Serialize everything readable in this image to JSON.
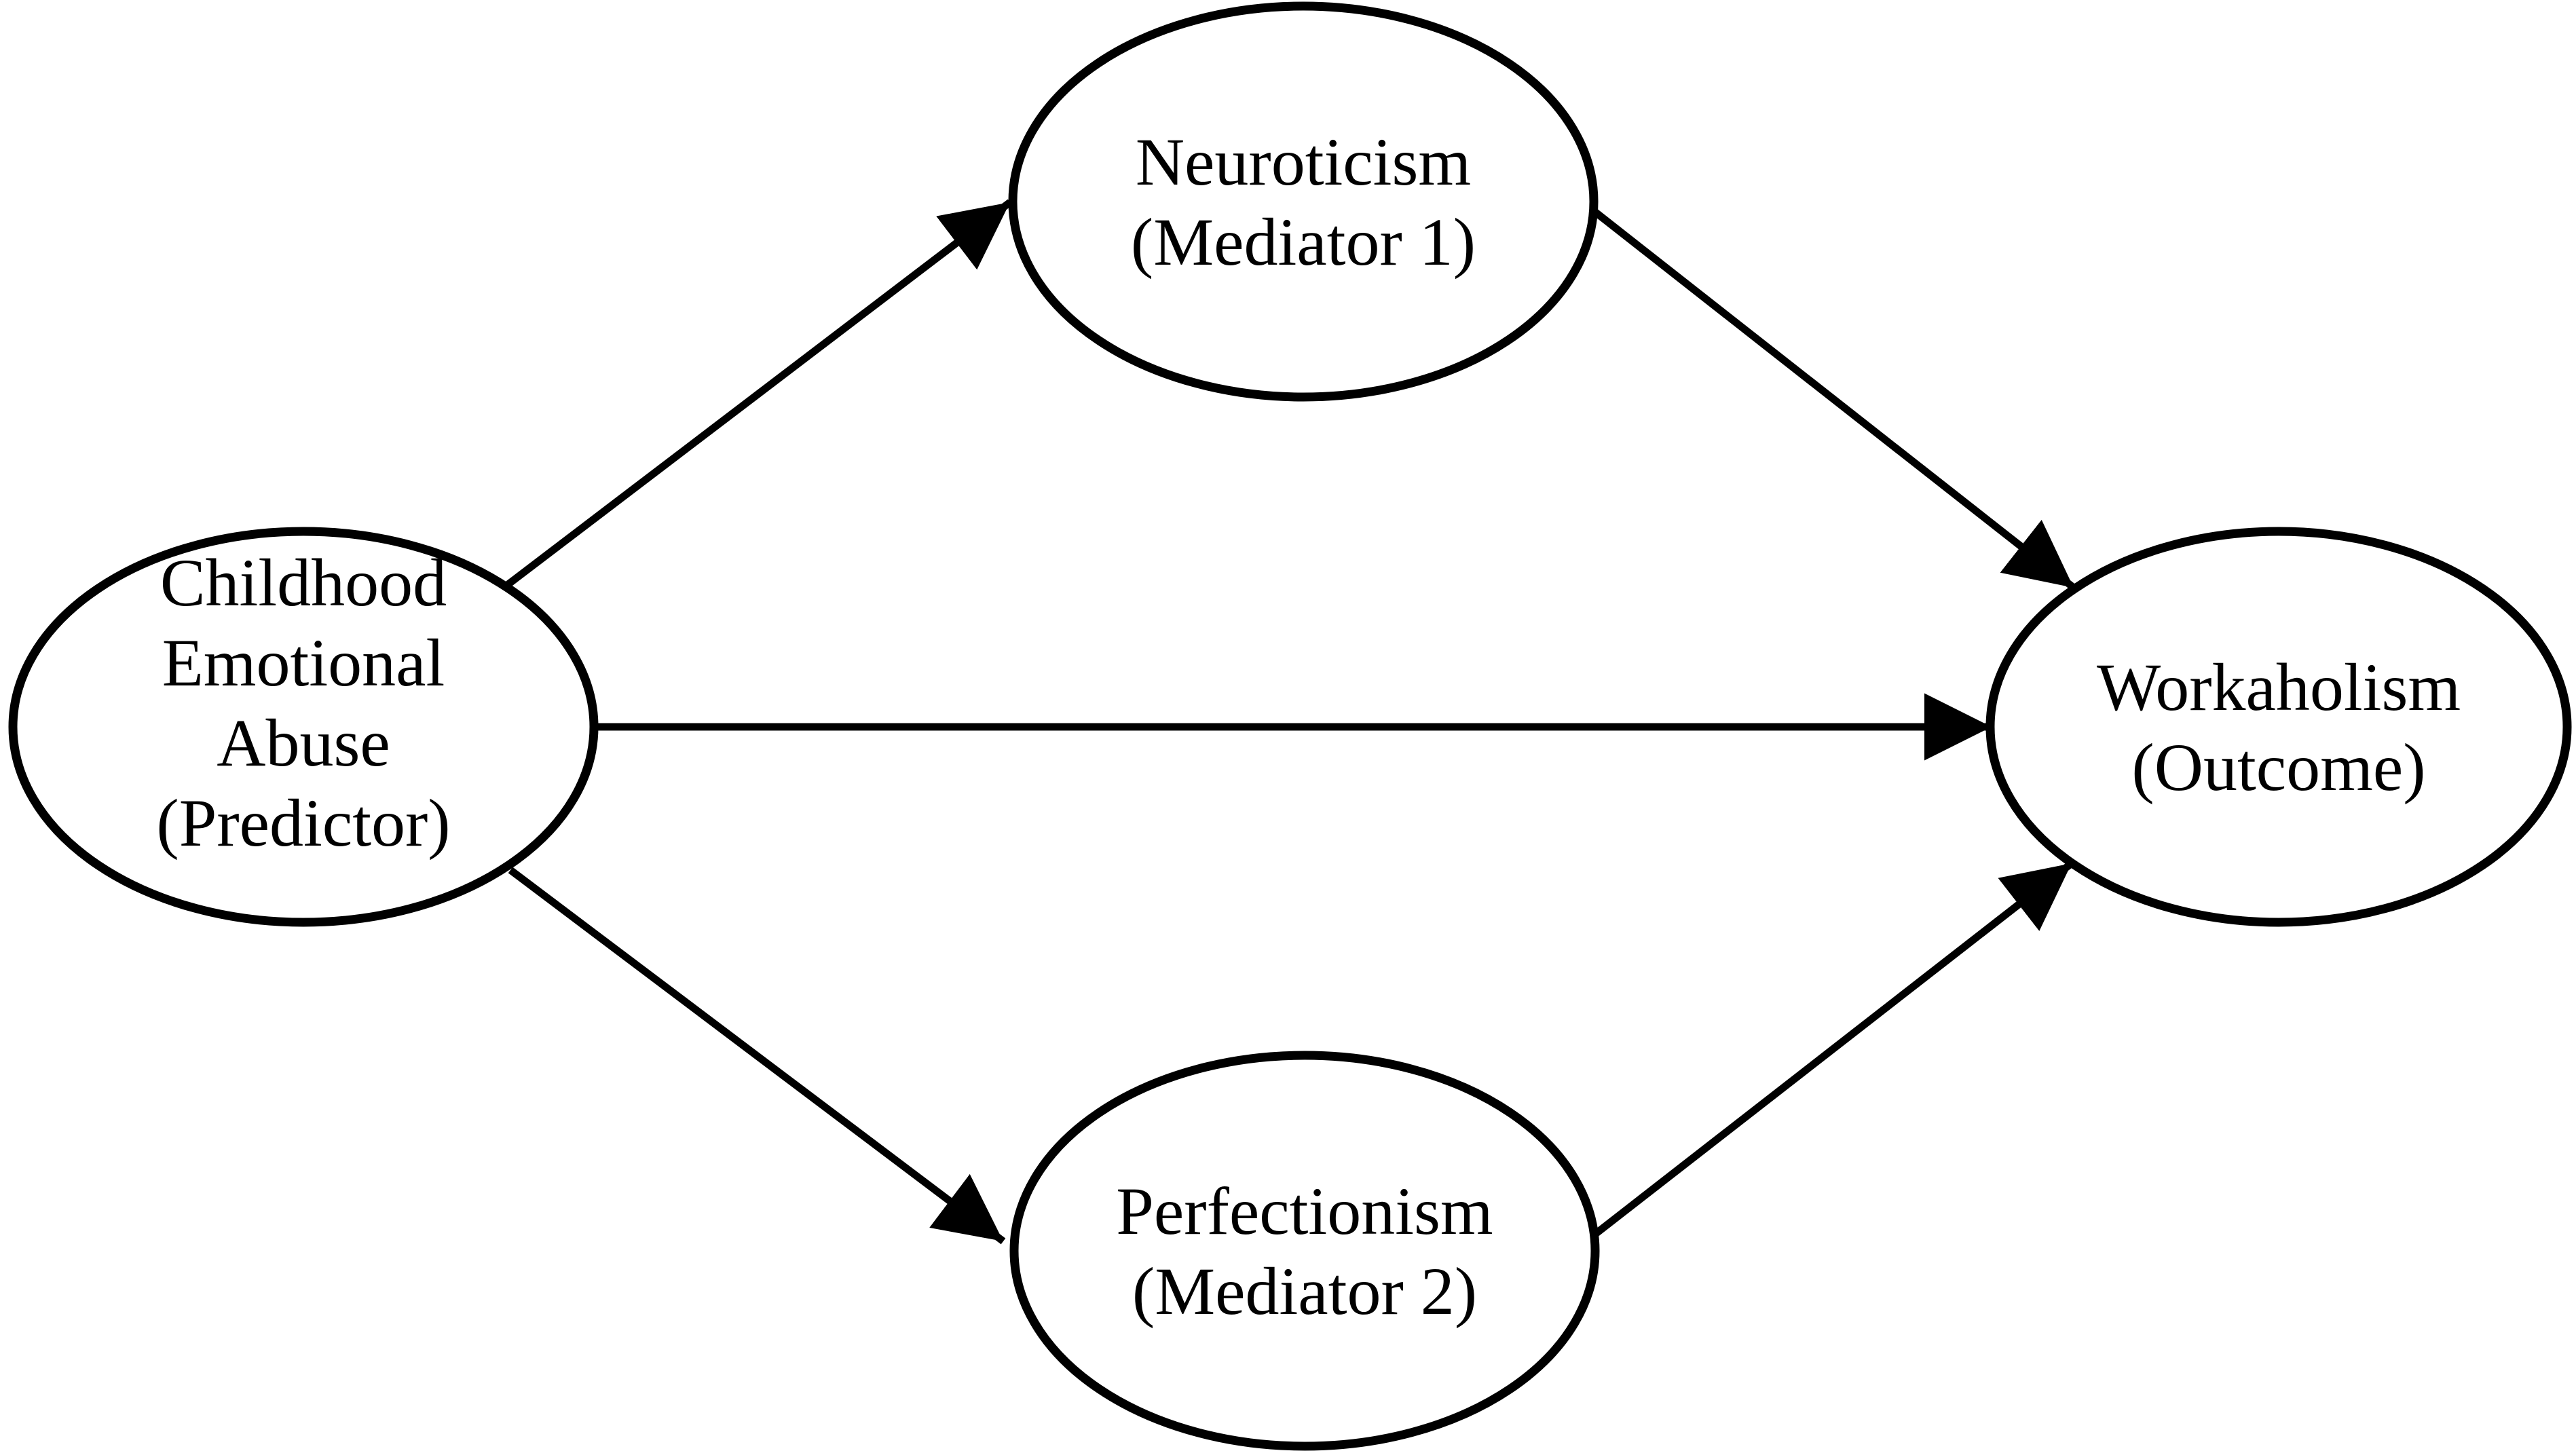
{
  "figure": {
    "background_color": "#ffffff",
    "stroke_color": "#000000",
    "nodes": {
      "predictor": {
        "lines": [
          "Childhood",
          "Emotional",
          "Abuse",
          "(Predictor)"
        ],
        "full_label": "Childhood Emotional Abuse (Predictor)"
      },
      "mediator1": {
        "lines": [
          "Neuroticism",
          "(Mediator 1)"
        ],
        "full_label": "Neuroticism (Mediator 1)"
      },
      "mediator2": {
        "lines": [
          "Perfectionism",
          "(Mediator 2)"
        ],
        "full_label": "Perfectionism (Mediator 2)"
      },
      "outcome": {
        "lines": [
          "Workaholism",
          "(Outcome)"
        ],
        "full_label": "Workaholism (Outcome)"
      }
    },
    "edges": [
      {
        "from": "Childhood Emotional Abuse (Predictor)",
        "to": "Neuroticism (Mediator 1)"
      },
      {
        "from": "Childhood Emotional Abuse (Predictor)",
        "to": "Workaholism (Outcome)"
      },
      {
        "from": "Childhood Emotional Abuse (Predictor)",
        "to": "Perfectionism (Mediator 2)"
      },
      {
        "from": "Neuroticism (Mediator 1)",
        "to": "Workaholism (Outcome)"
      },
      {
        "from": "Perfectionism (Mediator 2)",
        "to": "Workaholism (Outcome)"
      }
    ]
  }
}
